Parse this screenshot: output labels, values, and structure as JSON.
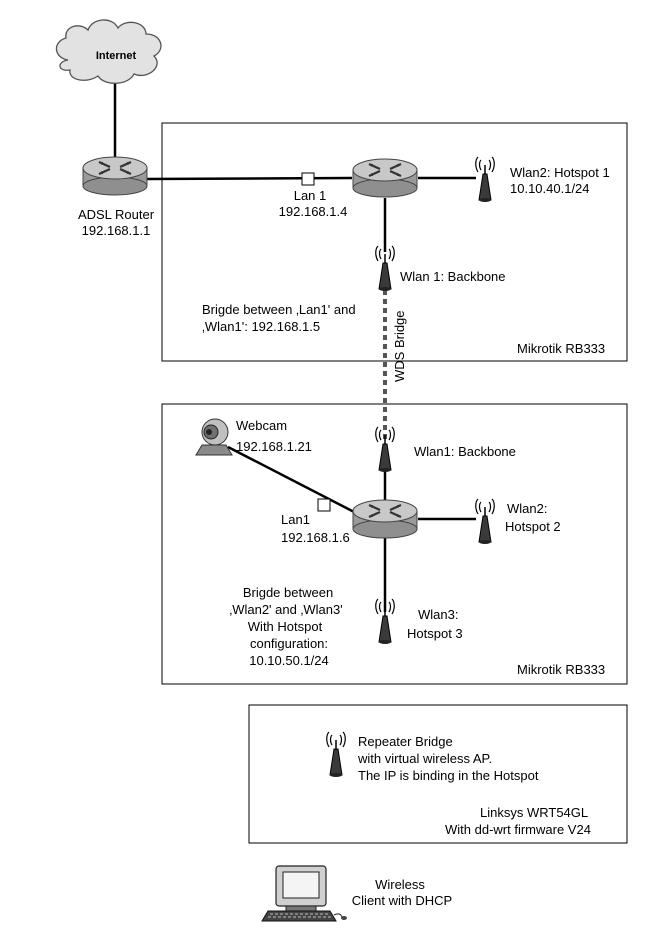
{
  "internet": {
    "label": "Internet"
  },
  "adsl_router": {
    "name": "ADSL Router",
    "ip": "192.168.1.1"
  },
  "mikrotik1": {
    "device": "Mikrotik RB333",
    "lan1": {
      "name": "Lan 1",
      "ip": "192.168.1.4"
    },
    "wlan2": {
      "name": "Wlan2: Hotspot 1",
      "ip": "10.10.40.1/24"
    },
    "wlan1": {
      "name": "Wlan 1: Backbone"
    },
    "bridge": {
      "line1": "Brigde between ‚Lan1' and",
      "line2": "‚Wlan1': 192.168.1.5"
    }
  },
  "wds_bridge": {
    "label": "WDS Bridge"
  },
  "mikrotik2": {
    "device": "Mikrotik RB333",
    "webcam": {
      "name": "Webcam",
      "ip": "192.168.1.21"
    },
    "lan1": {
      "name": "Lan1",
      "ip": "192.168.1.6"
    },
    "wlan1": {
      "name": "Wlan1: Backbone"
    },
    "wlan2": {
      "line1": "Wlan2:",
      "line2": "Hotspot 2"
    },
    "wlan3": {
      "line1": "Wlan3:",
      "line2": "Hotspot 3"
    },
    "bridge": {
      "line1": "Brigde between",
      "line2": "‚Wlan2' and ‚Wlan3'",
      "line3": "With Hotspot",
      "line4": "configuration:",
      "line5": "10.10.50.1/24"
    }
  },
  "linksys": {
    "repeater": {
      "line1": "Repeater Bridge",
      "line2": "with virtual wireless AP.",
      "line3": "The IP is binding in the Hotspot"
    },
    "device": {
      "line1": "Linksys WRT54GL",
      "line2": "With dd-wrt firmware V24"
    }
  },
  "client": {
    "line1": "Wireless",
    "line2": "Client with DHCP"
  }
}
